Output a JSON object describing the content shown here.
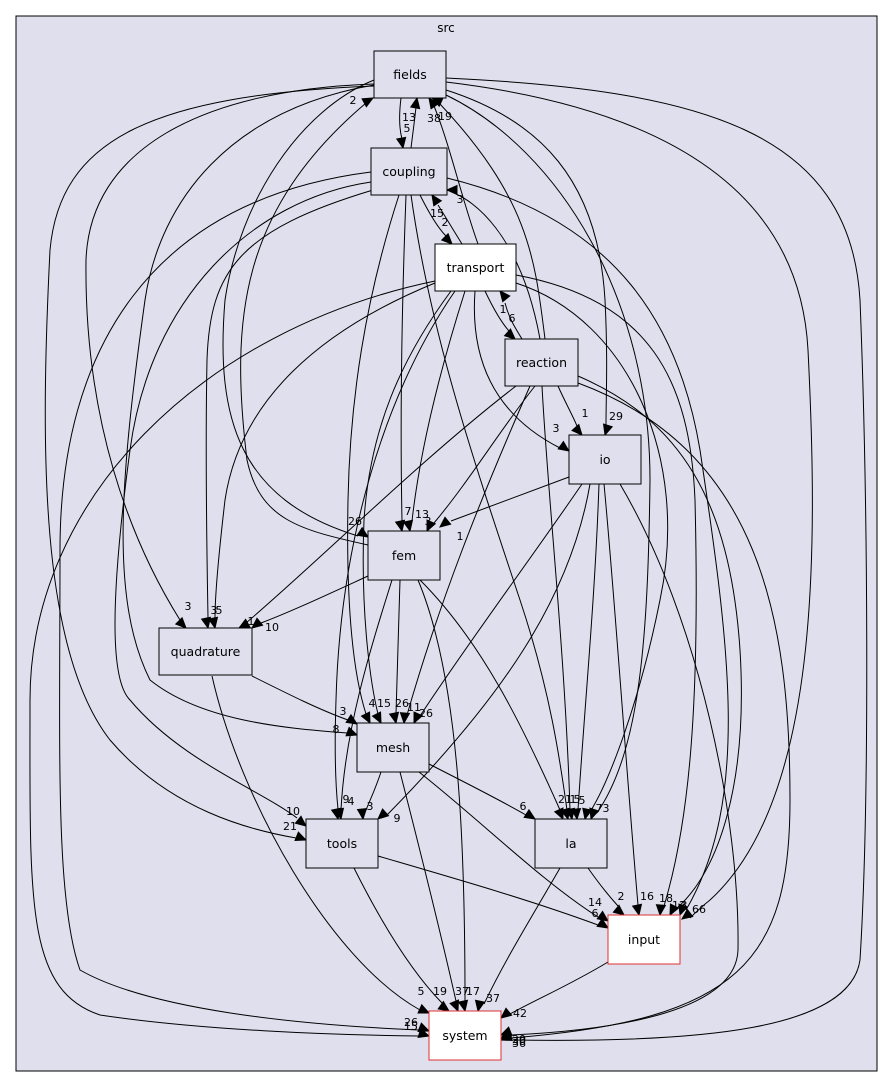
{
  "cluster": {
    "label": "src",
    "fill": "#dfdfee",
    "border": "#000000"
  },
  "nodes": {
    "fields": {
      "label": "fields",
      "fill": "#dfdfee",
      "border": "#000000"
    },
    "coupling": {
      "label": "coupling",
      "fill": "#dfdfee",
      "border": "#000000"
    },
    "transport": {
      "label": "transport",
      "fill": "#ffffff",
      "border": "#000000"
    },
    "reaction": {
      "label": "reaction",
      "fill": "#dfdfee",
      "border": "#000000"
    },
    "io": {
      "label": "io",
      "fill": "#dfdfee",
      "border": "#000000"
    },
    "fem": {
      "label": "fem",
      "fill": "#dfdfee",
      "border": "#000000"
    },
    "quadrature": {
      "label": "quadrature",
      "fill": "#dfdfee",
      "border": "#000000"
    },
    "mesh": {
      "label": "mesh",
      "fill": "#dfdfee",
      "border": "#000000"
    },
    "tools": {
      "label": "tools",
      "fill": "#dfdfee",
      "border": "#000000"
    },
    "la": {
      "label": "la",
      "fill": "#dfdfee",
      "border": "#000000"
    },
    "input": {
      "label": "input",
      "fill": "#ffffff",
      "border": "#e03030"
    },
    "system": {
      "label": "system",
      "fill": "#ffffff",
      "border": "#e03030"
    }
  },
  "edges": [
    {
      "id": "fields-coupling",
      "from": "fields",
      "to": "coupling",
      "label": "5"
    },
    {
      "id": "coupling-fields",
      "from": "coupling",
      "to": "fields",
      "label": "13"
    },
    {
      "id": "transport-fields",
      "from": "transport",
      "to": "fields",
      "label": "38"
    },
    {
      "id": "reaction-fields",
      "from": "reaction",
      "to": "fields",
      "label": "19"
    },
    {
      "id": "fem-fields",
      "from": "fem",
      "to": "fields",
      "label": "2"
    },
    {
      "id": "coupling-transport",
      "from": "coupling",
      "to": "transport",
      "label": "2"
    },
    {
      "id": "transport-coupling",
      "from": "transport",
      "to": "coupling",
      "label": "15"
    },
    {
      "id": "reaction-coupling",
      "from": "reaction",
      "to": "coupling",
      "label": "3"
    },
    {
      "id": "transport-reaction",
      "from": "transport",
      "to": "reaction",
      "label": "6"
    },
    {
      "id": "reaction-transport",
      "from": "reaction",
      "to": "transport",
      "label": "1"
    },
    {
      "id": "reaction-io",
      "from": "reaction",
      "to": "io",
      "label": "1"
    },
    {
      "id": "transport-io",
      "from": "transport",
      "to": "io",
      "label": "3"
    },
    {
      "id": "fields-io",
      "from": "fields",
      "to": "io",
      "label": "29"
    },
    {
      "id": "coupling-fem",
      "from": "coupling",
      "to": "fem",
      "label": "7"
    },
    {
      "id": "transport-fem",
      "from": "transport",
      "to": "fem",
      "label": "13"
    },
    {
      "id": "reaction-fem",
      "from": "reaction",
      "to": "fem",
      "label": "3"
    },
    {
      "id": "io-fem",
      "from": "io",
      "to": "fem",
      "label": "1"
    },
    {
      "id": "fields-fem",
      "from": "fields",
      "to": "fem",
      "label": "26"
    },
    {
      "id": "fields-quadrature",
      "from": "fields",
      "to": "quadrature",
      "label": "3"
    },
    {
      "id": "coupling-quadrature",
      "from": "coupling",
      "to": "quadrature",
      "label": "3"
    },
    {
      "id": "transport-quadrature",
      "from": "transport",
      "to": "quadrature",
      "label": "5"
    },
    {
      "id": "reaction-quadrature",
      "from": "reaction",
      "to": "quadrature",
      "label": "1"
    },
    {
      "id": "fem-quadrature",
      "from": "fem",
      "to": "quadrature",
      "label": "10"
    },
    {
      "id": "quadrature-mesh",
      "from": "quadrature",
      "to": "mesh",
      "label": "3"
    },
    {
      "id": "fields-mesh",
      "from": "fields",
      "to": "mesh",
      "label": "8"
    },
    {
      "id": "coupling-mesh",
      "from": "coupling",
      "to": "mesh",
      "label": "4"
    },
    {
      "id": "transport-mesh",
      "from": "transport",
      "to": "mesh",
      "label": "15"
    },
    {
      "id": "fem-mesh",
      "from": "fem",
      "to": "mesh",
      "label": "26"
    },
    {
      "id": "reaction-mesh",
      "from": "reaction",
      "to": "mesh",
      "label": "11"
    },
    {
      "id": "io-mesh",
      "from": "io",
      "to": "mesh",
      "label": "26"
    },
    {
      "id": "coupling-tools",
      "from": "coupling",
      "to": "tools",
      "label": "10"
    },
    {
      "id": "fields-tools",
      "from": "fields",
      "to": "tools",
      "label": "21"
    },
    {
      "id": "fem-tools",
      "from": "fem",
      "to": "tools",
      "label": "9"
    },
    {
      "id": "transport-tools",
      "from": "transport",
      "to": "tools",
      "label": "4"
    },
    {
      "id": "mesh-tools",
      "from": "mesh",
      "to": "tools",
      "label": "3"
    },
    {
      "id": "io-tools",
      "from": "io",
      "to": "tools",
      "label": "9"
    },
    {
      "id": "mesh-la",
      "from": "mesh",
      "to": "la",
      "label": "6"
    },
    {
      "id": "fem-la",
      "from": "fem",
      "to": "la",
      "label": "21"
    },
    {
      "id": "coupling-la",
      "from": "coupling",
      "to": "la",
      "label": "1"
    },
    {
      "id": "reaction-la",
      "from": "reaction",
      "to": "la",
      "label": "5"
    },
    {
      "id": "io-la",
      "from": "io",
      "to": "la",
      "label": "5"
    },
    {
      "id": "transport-la",
      "from": "transport",
      "to": "la",
      "label": "7"
    },
    {
      "id": "fields-la",
      "from": "fields",
      "to": "la",
      "label": "3"
    },
    {
      "id": "la-input",
      "from": "la",
      "to": "input",
      "label": "2"
    },
    {
      "id": "tools-input",
      "from": "tools",
      "to": "input",
      "label": "14"
    },
    {
      "id": "mesh-input",
      "from": "mesh",
      "to": "input",
      "label": "6"
    },
    {
      "id": "io-input",
      "from": "io",
      "to": "input",
      "label": "16"
    },
    {
      "id": "transport-input",
      "from": "transport",
      "to": "input",
      "label": "18"
    },
    {
      "id": "reaction-input",
      "from": "reaction",
      "to": "input",
      "label": "12"
    },
    {
      "id": "coupling-input",
      "from": "coupling",
      "to": "input",
      "label": "3"
    },
    {
      "id": "fields-input",
      "from": "fields",
      "to": "input",
      "label": "66"
    },
    {
      "id": "quadrature-system",
      "from": "quadrature",
      "to": "system",
      "label": "5"
    },
    {
      "id": "tools-system",
      "from": "tools",
      "to": "system",
      "label": "19"
    },
    {
      "id": "mesh-system",
      "from": "mesh",
      "to": "system",
      "label": "37"
    },
    {
      "id": "fem-system",
      "from": "fem",
      "to": "system",
      "label": "17"
    },
    {
      "id": "la-system",
      "from": "la",
      "to": "system",
      "label": "37"
    },
    {
      "id": "input-system",
      "from": "input",
      "to": "system",
      "label": "42"
    },
    {
      "id": "coupling-system",
      "from": "coupling",
      "to": "system",
      "label": "26"
    },
    {
      "id": "transport-system",
      "from": "transport",
      "to": "system",
      "label": "15"
    },
    {
      "id": "io-system",
      "from": "io",
      "to": "system",
      "label": "20"
    },
    {
      "id": "reaction-system",
      "from": "reaction",
      "to": "system",
      "label": "30"
    },
    {
      "id": "fields-system",
      "from": "fields",
      "to": "system",
      "label": "36"
    }
  ]
}
